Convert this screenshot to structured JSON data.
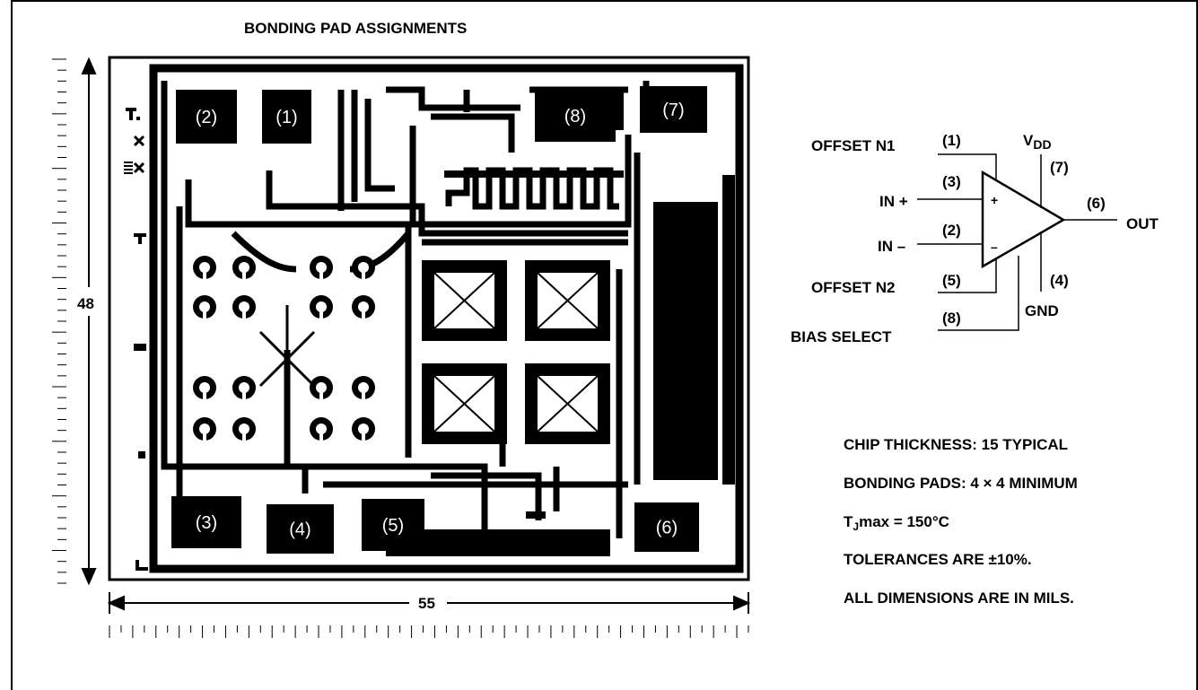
{
  "title": "BONDING PAD ASSIGNMENTS",
  "dimensions": {
    "height": "48",
    "width": "55"
  },
  "die_pads": [
    "(2)",
    "(1)",
    "(8)",
    "(7)",
    "(3)",
    "(4)",
    "(5)",
    "(6)"
  ],
  "symbol": {
    "pins": [
      "(1)",
      "(3)",
      "(2)",
      "(5)",
      "(8)",
      "(7)",
      "(6)",
      "(4)"
    ],
    "labels": {
      "offset_n1": "OFFSET N1",
      "in_plus": "IN +",
      "in_minus": "IN –",
      "offset_n2": "OFFSET N2",
      "bias_select": "BIAS SELECT",
      "vdd": "V",
      "vdd_sub": "DD",
      "out": "OUT",
      "gnd": "GND",
      "plus": "+",
      "minus": "–"
    }
  },
  "notes": {
    "chip_thickness": "CHIP THICKNESS: 15 TYPICAL",
    "bonding_pads": "BONDING PADS: 4 × 4 MINIMUM",
    "tj_prefix": "T",
    "tj_sub": "J",
    "tj_rest": "max = 150°C",
    "tolerances": "TOLERANCES ARE ±10%.",
    "units": "ALL DIMENSIONS ARE IN MILS."
  },
  "colors": {
    "ink": "#000000",
    "paper": "#ffffff"
  }
}
